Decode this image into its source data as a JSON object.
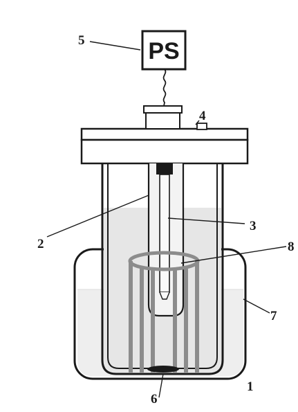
{
  "power_supply": {
    "label": "PS"
  },
  "labels": {
    "l1": "1",
    "l2": "2",
    "l3": "3",
    "l4": "4",
    "l5": "5",
    "l6": "6",
    "l7": "7",
    "l8": "8"
  },
  "colors": {
    "ink": "#1a1a1a",
    "liquid": "#e6e6e6",
    "bath_liquid": "#eeeeee",
    "frame_gray": "#8c8c8c",
    "paper": "#ffffff"
  }
}
